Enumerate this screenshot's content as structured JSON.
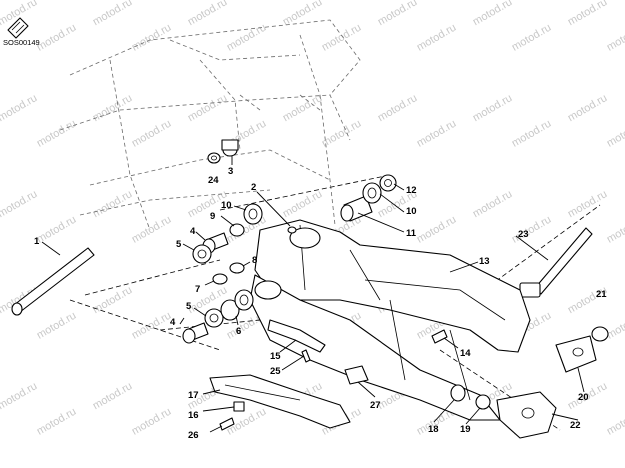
{
  "diagram": {
    "code": "SOS00149",
    "watermark": "motod.ru",
    "callouts": [
      {
        "id": "c1",
        "label": "1"
      },
      {
        "id": "c2",
        "label": "2"
      },
      {
        "id": "c3",
        "label": "3"
      },
      {
        "id": "c4a",
        "label": "4"
      },
      {
        "id": "c4b",
        "label": "4"
      },
      {
        "id": "c5a",
        "label": "5"
      },
      {
        "id": "c5b",
        "label": "5"
      },
      {
        "id": "c6",
        "label": "6"
      },
      {
        "id": "c7",
        "label": "7"
      },
      {
        "id": "c8",
        "label": "8"
      },
      {
        "id": "c9",
        "label": "9"
      },
      {
        "id": "c10a",
        "label": "10"
      },
      {
        "id": "c10b",
        "label": "10"
      },
      {
        "id": "c11",
        "label": "11"
      },
      {
        "id": "c12",
        "label": "12"
      },
      {
        "id": "c13",
        "label": "13"
      },
      {
        "id": "c14",
        "label": "14"
      },
      {
        "id": "c15",
        "label": "15"
      },
      {
        "id": "c16",
        "label": "16"
      },
      {
        "id": "c17",
        "label": "17"
      },
      {
        "id": "c18",
        "label": "18"
      },
      {
        "id": "c19",
        "label": "19"
      },
      {
        "id": "c20",
        "label": "20"
      },
      {
        "id": "c21",
        "label": "21"
      },
      {
        "id": "c22",
        "label": "22"
      },
      {
        "id": "c23",
        "label": "23"
      },
      {
        "id": "c24",
        "label": "24"
      },
      {
        "id": "c25",
        "label": "25"
      },
      {
        "id": "c26",
        "label": "26"
      },
      {
        "id": "c27",
        "label": "27"
      }
    ]
  }
}
